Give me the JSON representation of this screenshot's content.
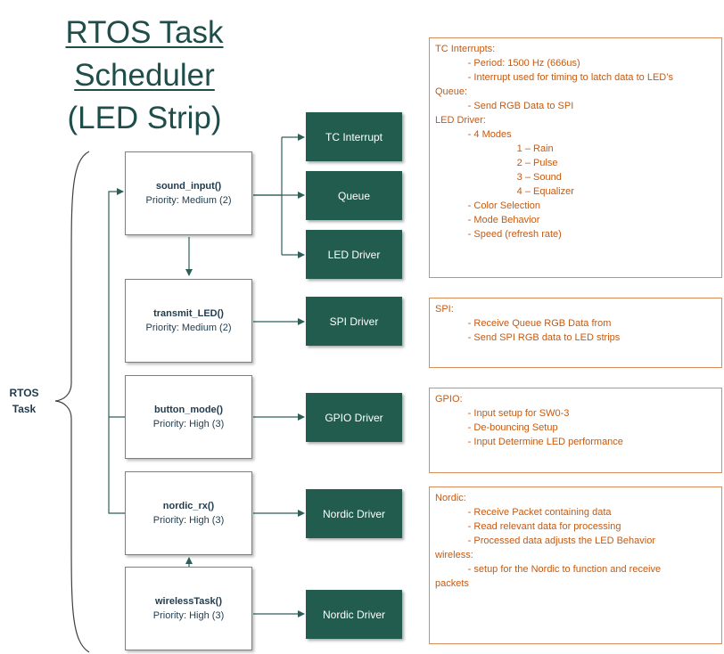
{
  "title": {
    "line1": "RTOS Task",
    "line2": "Scheduler",
    "line3": "(LED Strip)"
  },
  "rtos_label": {
    "line1": "RTOS",
    "line2": "Task"
  },
  "tasks": [
    {
      "name": "sound_input()",
      "priority": "Priority: Medium (2)"
    },
    {
      "name": "transmit_LED()",
      "priority": "Priority: Medium (2)"
    },
    {
      "name": "button_mode()",
      "priority": "Priority: High (3)"
    },
    {
      "name": "nordic_rx()",
      "priority": "Priority: High (3)"
    },
    {
      "name": "wirelessTask()",
      "priority": "Priority: High (3)"
    }
  ],
  "drivers": [
    "TC Interrupt",
    "Queue",
    "LED Driver",
    "SPI Driver",
    "GPIO Driver",
    "Nordic Driver",
    "Nordic Driver"
  ],
  "notes": [
    {
      "lines": [
        "TC Interrupts:",
        "            - Period: 1500 Hz (666us)",
        "            - Interrupt used for timing to latch data to LED’s",
        "",
        "Queue:",
        "            - Send RGB Data to SPI",
        "",
        "LED Driver:",
        "            - 4 Modes",
        "                              1 – Rain",
        "                              2 – Pulse",
        "                              3 – Sound",
        "                              4 – Equalizer",
        "            - Color Selection",
        "            - Mode Behavior",
        "            - Speed (refresh rate)"
      ]
    },
    {
      "lines": [
        "SPI:",
        "            - Receive Queue RGB Data from",
        "            - Send SPI RGB data to LED strips"
      ]
    },
    {
      "lines": [
        "GPIO:",
        "            - Input setup for SW0-3",
        "            - De-bouncing Setup",
        "            - Input Determine LED performance"
      ]
    },
    {
      "lines": [
        "Nordic:",
        "            - Receive Packet containing data",
        "            - Read relevant data for processing",
        "            - Processed data adjusts the LED Behavior",
        "",
        "",
        "wireless:",
        "            - setup for the Nordic to function and receive",
        "packets"
      ]
    }
  ],
  "colors": {
    "title": "#1f4e4a",
    "driver_fill": "#225c4e",
    "connector": "#2d5f5a",
    "note_text": "#c55a11",
    "note_border": "#d98b5a"
  }
}
